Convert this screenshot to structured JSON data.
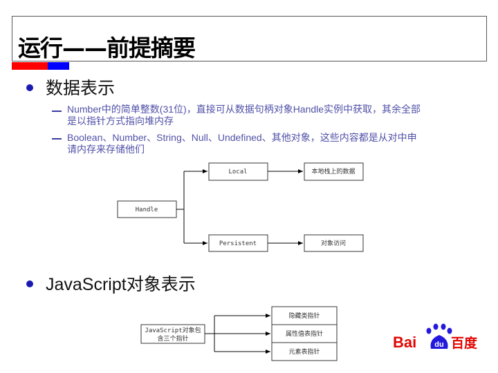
{
  "title": "运行——前提摘要",
  "section1": {
    "heading": "数据表示",
    "items": [
      {
        "line1": "Number中的简单整数(31位)，直接可从数据句柄对象Handle实例中获取，其余全部",
        "line2": "是以指针方式指向堆内存"
      },
      {
        "line1": "Boolean、Number、String、Null、Undefined、其他对象，这些内容都是从对中申",
        "line2": "请内存来存储他们"
      }
    ],
    "diagram": {
      "root": "Handle",
      "local": "Local",
      "persistent": "Persistent",
      "local_target": "本地栈上的数据",
      "persistent_target": "对象访问"
    }
  },
  "section2": {
    "heading": "JavaScript对象表示",
    "diagram": {
      "root_line1": "JavaScript对象包",
      "root_line2": "含三个指针",
      "targets": [
        "隐藏类指针",
        "属性值表指针",
        "元素表指针"
      ]
    }
  },
  "logo": {
    "text_left": "Bai",
    "text_paw": "du",
    "text_right": "百度",
    "color_red": "#e10601",
    "color_blue": "#2319dc"
  }
}
